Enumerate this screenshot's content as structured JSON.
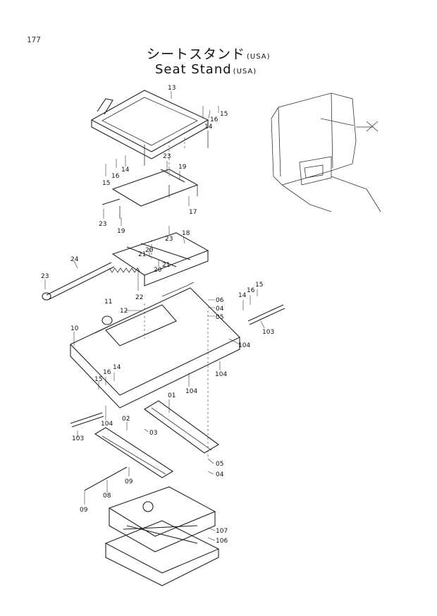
{
  "page_number": "177",
  "title_jp": "シートスタンド",
  "title_en": "Seat Stand",
  "title_suffix": "(USA)",
  "callouts": {
    "c13": "13",
    "c14a": "14",
    "c16a": "16",
    "c15a": "15",
    "c14b": "14",
    "c16b": "16",
    "c15b": "15",
    "c23a": "23",
    "c19a": "19",
    "c17": "17",
    "c23b": "23",
    "c19b": "19",
    "c23c": "23",
    "c18": "18",
    "c20a": "20",
    "c21a": "21",
    "c20b": "20",
    "c21b": "21",
    "c24": "24",
    "c23d": "23",
    "c22": "22",
    "c11": "11",
    "c12": "12",
    "c06": "06",
    "c04a": "04",
    "c05a": "05",
    "c14c": "14",
    "c16c": "16",
    "c15c": "15",
    "c103a": "103",
    "c10": "10",
    "c104a": "104",
    "c104b": "104",
    "c14d": "14",
    "c16d": "16",
    "c15d": "15",
    "c104c": "104",
    "c01": "01",
    "c104d": "104",
    "c02": "02",
    "c03": "03",
    "c103b": "103",
    "c05b": "05",
    "c04b": "04",
    "c09a": "09",
    "c08": "08",
    "c09b": "09",
    "c107": "107",
    "c106": "106"
  }
}
